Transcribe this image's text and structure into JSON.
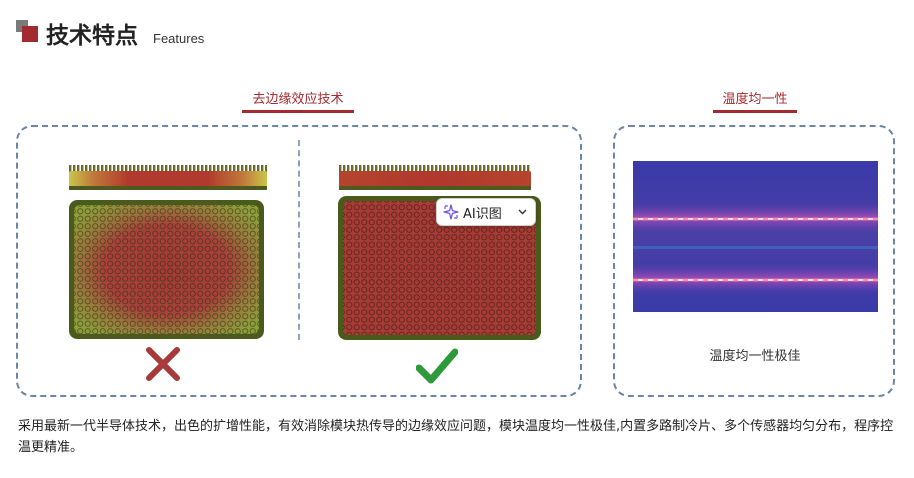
{
  "header": {
    "title": "技术特点",
    "subtitle": "Features"
  },
  "sections": {
    "left_title": "去边缘效应技术",
    "right_title": "温度均一性"
  },
  "ai_button": {
    "label": "AI识图"
  },
  "thermal": {
    "caption": "温度均一性极佳"
  },
  "description": "采用最新一代半导体技术，出色的扩增性能，有效消除模块热传导的边缘效应问题，模块温度均一性极佳,内置多路制冷片、多个传感器均匀分布，程序控温更精准。",
  "colors": {
    "accent": "#a32a2e",
    "panel_border": "#6c85a8",
    "bad_mark": "#a83a3a",
    "good_mark": "#2f9a3c"
  }
}
